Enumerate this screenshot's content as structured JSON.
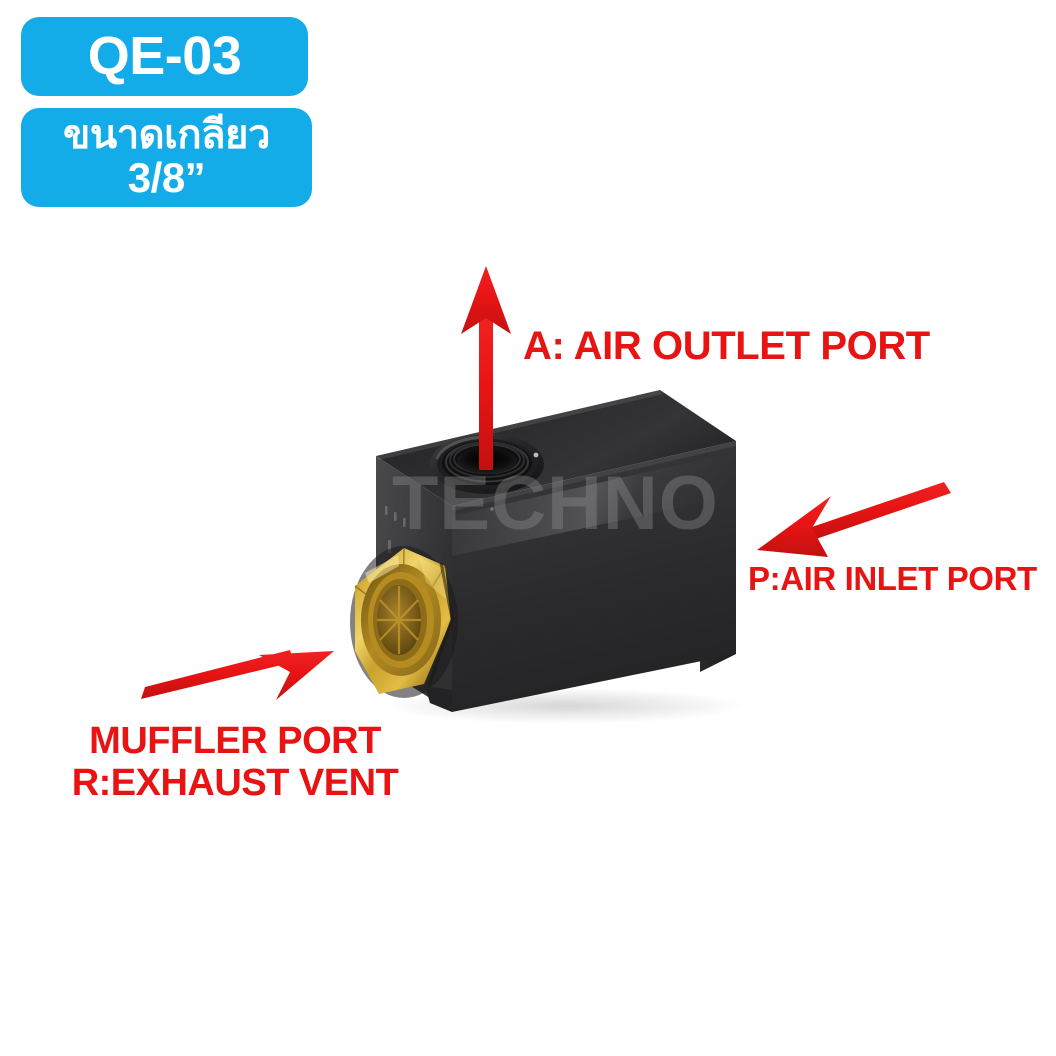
{
  "background_color": "#ffffff",
  "badges": {
    "accent_color": "#14ace8",
    "text_color": "#ffffff",
    "model": {
      "label": "QE-03",
      "name": "model-badge"
    },
    "thread": {
      "line1": "ขนาดเกลียว",
      "line2": "3/8”",
      "name": "thread-size-badge"
    }
  },
  "watermark": {
    "text": "TECHNO",
    "color": "#8c8c8c"
  },
  "annotations": {
    "color": "#e81414",
    "outlet": {
      "label": "A: AIR OUTLET PORT",
      "arrow": "arrow-up",
      "points_to": "air-outlet-port"
    },
    "inlet": {
      "label": "P:AIR INLET PORT",
      "arrow": "arrow-down-left",
      "points_to": "air-inlet-port"
    },
    "muffler": {
      "label_line1": "MUFFLER PORT",
      "label_line2": "R:EXHAUST VENT",
      "arrow": "arrow-up-right",
      "points_to": "muffler-port"
    }
  },
  "product": {
    "name": "quick-exhaust-valve",
    "body_color": "#2e2e30",
    "body_top_color": "#27272a",
    "body_left_color": "#3a3a3c",
    "brass_color": "#c8a030",
    "port_color": "#1a1a1c"
  }
}
